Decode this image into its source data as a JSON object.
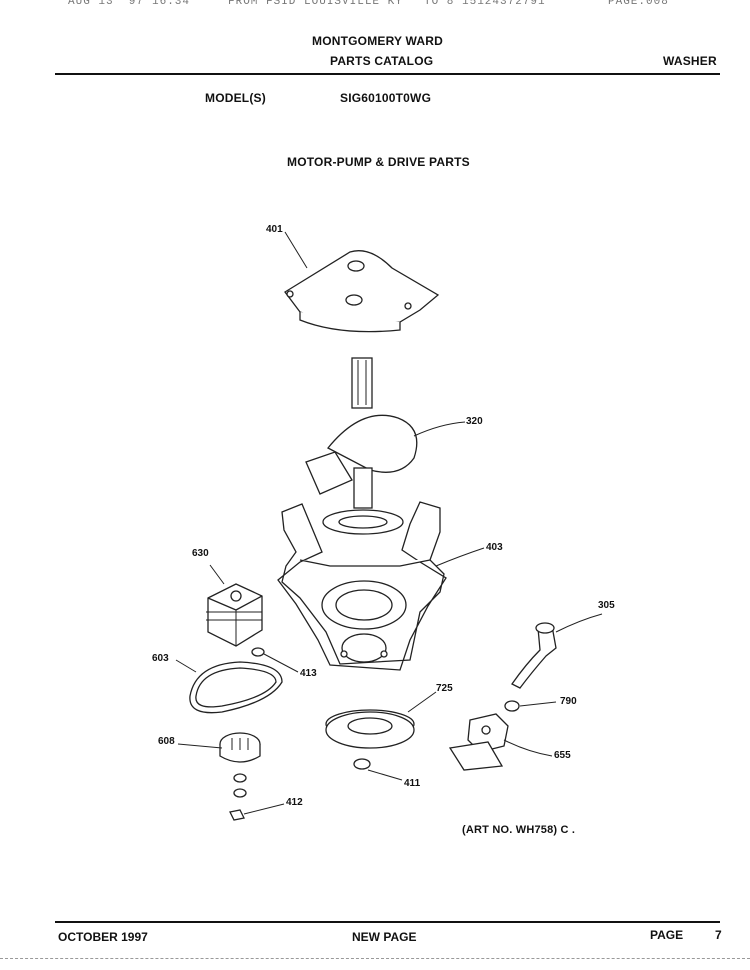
{
  "fax_header": {
    "date": "AUG 13 '97",
    "time": "16:34",
    "from": "FROM FSID LOUISVILLE KY",
    "to": "TO 8 15124372791",
    "page": "PAGE.008"
  },
  "header": {
    "company": "MONTGOMERY WARD",
    "catalog": "PARTS CATALOG",
    "product": "WASHER"
  },
  "model": {
    "label": "MODEL(S)",
    "value": "SIG60100T0WG"
  },
  "section_title": "MOTOR-PUMP & DRIVE PARTS",
  "callouts": {
    "c401": "401",
    "c320": "320",
    "c403": "403",
    "c630": "630",
    "c305": "305",
    "c603": "603",
    "c413": "413",
    "c725": "725",
    "c790": "790",
    "c608": "608",
    "c655": "655",
    "c411": "411",
    "c412": "412"
  },
  "art_number": "(ART NO. WH758) C .",
  "footer": {
    "date": "OCTOBER 1997",
    "status": "NEW PAGE",
    "page_label": "PAGE",
    "page_number": "7"
  }
}
